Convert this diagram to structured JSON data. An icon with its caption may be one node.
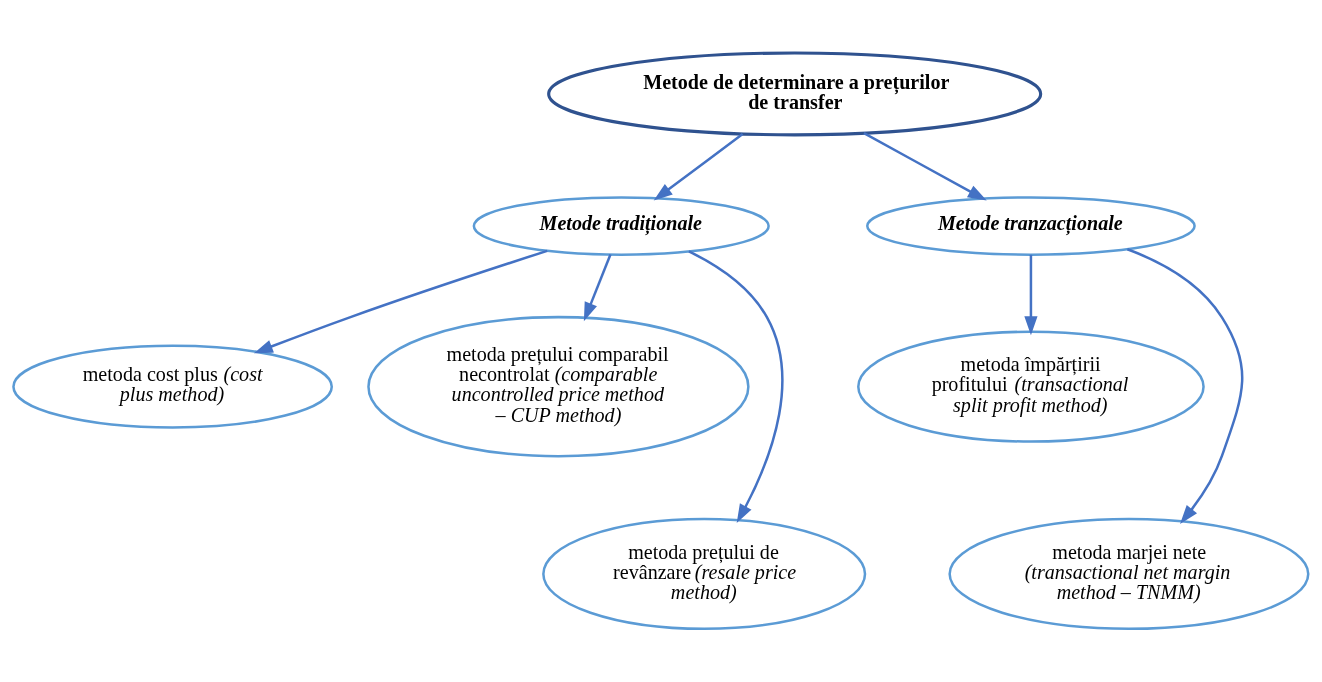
{
  "diagram": {
    "nodes": [
      {
        "text": [
          "Metode de determinare a prețurilor de transfer"
        ]
      },
      {
        "text": [
          "Metode tradiționale"
        ]
      },
      {
        "text": [
          "Metode tranzacționale"
        ]
      },
      {
        "text": [
          "metoda cost plus *(cost plus method)*"
        ]
      },
      {
        "text": [
          "metoda prețului comparabil necontrolat *(comparable uncontrolled price method – CUP method)*"
        ]
      },
      {
        "text": [
          "metoda împărțirii profitului *(transactional split profit method)*"
        ]
      },
      {
        "text": [
          "metoda prețului de revânzare *(resale price method)*"
        ]
      },
      {
        "text": [
          "metoda marjei nete *(transactional net margin method – TNMM)*"
        ]
      }
    ],
    "edges": [
      {
        "from": 0,
        "to": 1,
        "arrow": "to"
      },
      {
        "from": 0,
        "to": 2,
        "arrow": "to"
      },
      {
        "from": 1,
        "to": 4,
        "arrow": "to"
      },
      {
        "from": 1,
        "to": 6,
        "arrow": "to"
      },
      {
        "from": 1,
        "to": 3,
        "arrow": "to"
      },
      {
        "from": 2,
        "to": 7,
        "arrow": "to"
      },
      {
        "from": 2,
        "to": 5,
        "arrow": "to"
      }
    ]
  }
}
